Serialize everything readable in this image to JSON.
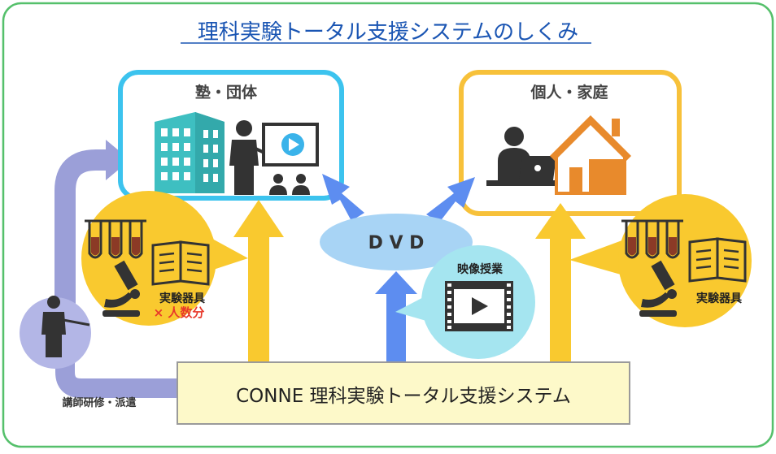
{
  "title": "理科実験トータル支援システムのしくみ",
  "juku": {
    "label": "塾・団体"
  },
  "home": {
    "label": "個人・家庭"
  },
  "dvd": {
    "label": "D V D"
  },
  "video": {
    "label": "映像授業"
  },
  "kit_left": {
    "line1": "実験器具",
    "line2": "× 人数分"
  },
  "kit_right": {
    "line1": "実験器具"
  },
  "instructor": {
    "label": "講師研修・派遣"
  },
  "system": {
    "label": "CONNE  理科実験トータル支援システム"
  },
  "colors": {
    "frame": "#55c06b",
    "title": "#1a55b3",
    "juku_border": "#3cc3ee",
    "home_border": "#f7c13a",
    "yellow_arrow": "#f9c92f",
    "blue_arrow": "#5d8df0",
    "purple_arrow": "#9b9fd8",
    "dvd_ellipse": "#a8d4f5",
    "video_circle": "#a5e5f0",
    "system_fill": "#fdf9c9",
    "accent_red": "#e8382a",
    "building": "#3ebfc1",
    "house": "#e88a2c"
  },
  "icons": [
    "building-icon",
    "teacher-icon",
    "screen-play-icon",
    "audience-icon",
    "laptop-person-icon",
    "house-icon",
    "test-tube-icon",
    "microscope-icon",
    "book-icon",
    "film-play-icon",
    "instructor-icon"
  ]
}
